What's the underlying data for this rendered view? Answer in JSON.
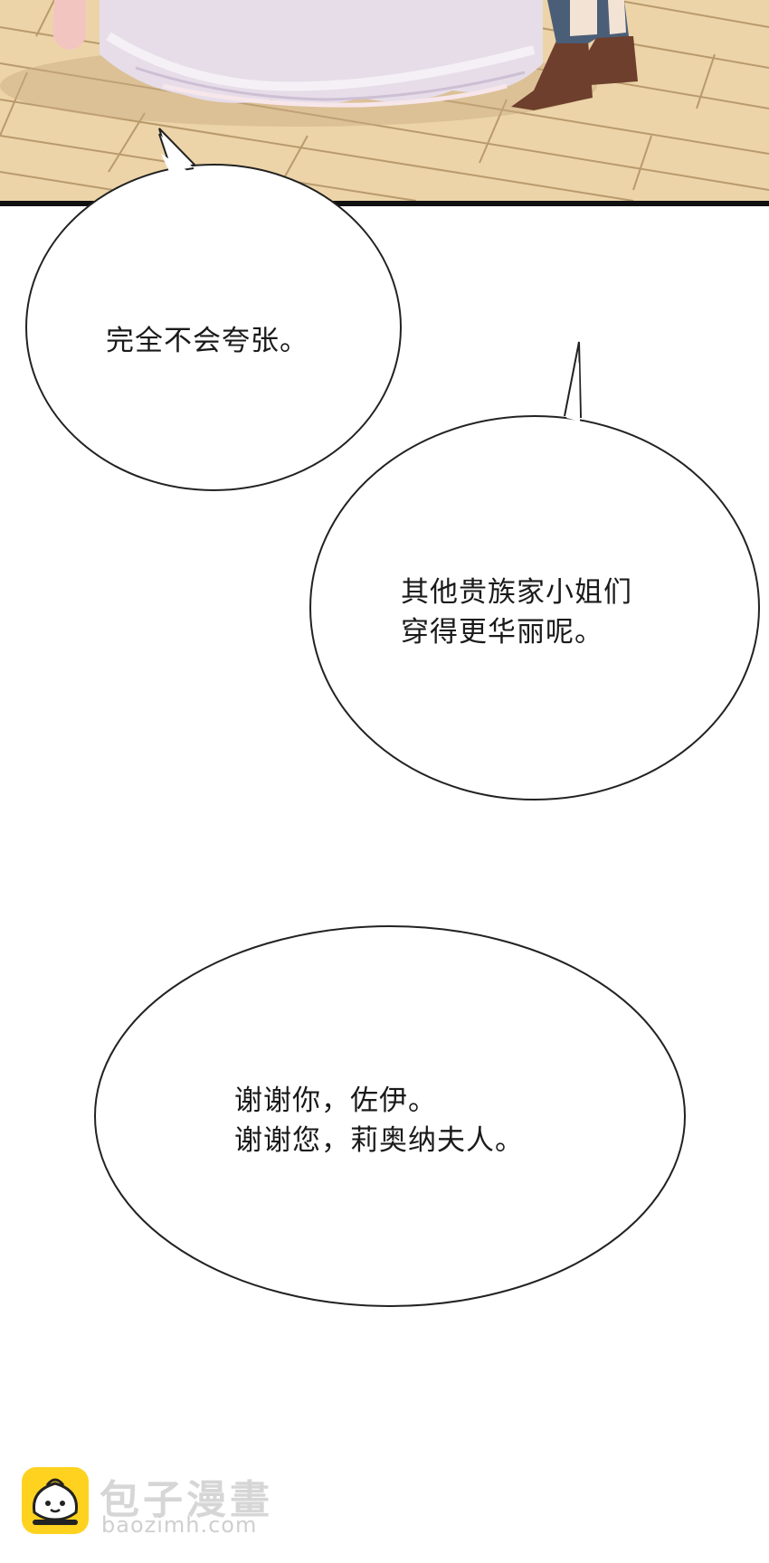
{
  "bubbles": [
    {
      "text": "完全不会夸张。"
    },
    {
      "line1": "其他贵族家小姐们",
      "line2": "穿得更华丽呢。"
    },
    {
      "line1": "谢谢你，佐伊。",
      "line2": "谢谢您，莉奥纳夫人。"
    }
  ],
  "watermark": {
    "title": "包子漫畫",
    "url": "baozimh.com"
  },
  "colors": {
    "floor": "#e9cfa3",
    "floor_lines": "#b99a6c",
    "dress": "#e4dbe8",
    "boots": "#6e3f2c",
    "panel_border": "#111111",
    "logo": "#ffd21f"
  }
}
